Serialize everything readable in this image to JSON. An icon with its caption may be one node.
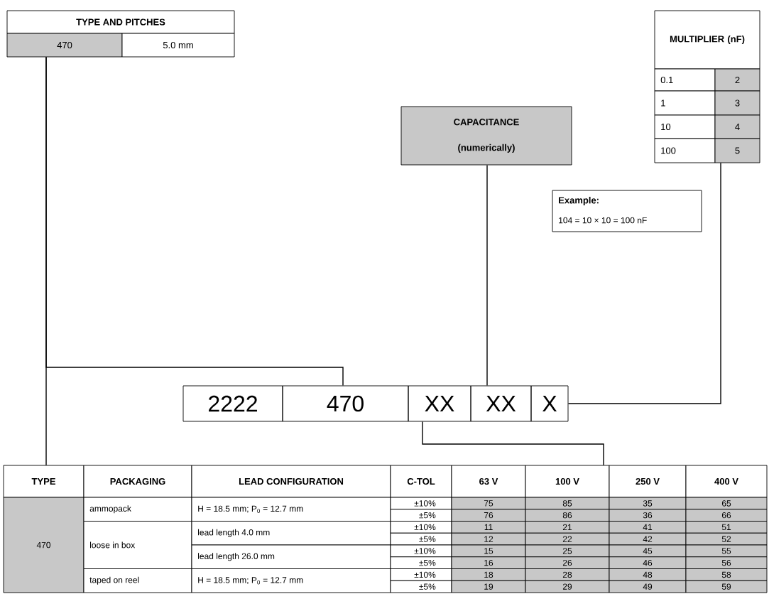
{
  "diagram": {
    "nodes": [
      {
        "text": [
          "TYPE AND PITCHES",
          "470",
          "5.0 mm"
        ]
      },
      {
        "text": [
          "CAPACITANCE (numerically)"
        ]
      },
      {
        "text": [
          "MULTIPLIER (nF)",
          "0.1",
          "2",
          "1",
          "3",
          "10",
          "4",
          "100",
          "5"
        ]
      },
      {
        "text": [
          "Example:",
          "104 = 10 × 10 = 100 nF"
        ]
      },
      {
        "text": [
          "2222"
        ]
      },
      {
        "text": [
          "470"
        ]
      },
      {
        "text": [
          "XX"
        ]
      },
      {
        "text": [
          "XX"
        ]
      },
      {
        "text": [
          "X"
        ]
      },
      {
        "text": [
          "TYPE",
          "PACKAGING",
          "LEAD CONFIGURATION",
          "C-TOL",
          "63 V",
          "100 V",
          "250 V",
          "400 V",
          "470",
          "ammopack",
          "H = 18.5 mm; P$_{0}$ = 12.7 mm",
          "±10%",
          "75",
          "85",
          "35",
          "65",
          "±5%",
          "76",
          "86",
          "36",
          "66",
          "loose in box",
          "lead length 4.0 mm",
          "±10%",
          "11",
          "21",
          "41",
          "51",
          "±5%",
          "12",
          "22",
          "42",
          "52",
          "lead length 26.0 mm",
          "±10%",
          "15",
          "25",
          "45",
          "55",
          "±5%",
          "16",
          "26",
          "46",
          "56",
          "taped on reel",
          "H = 18.5 mm; P$_{0}$ = 12.7 mm",
          "±10%",
          "18",
          "28",
          "48",
          "58",
          "±5%",
          "19",
          "29",
          "49",
          "59"
        ]
      }
    ],
    "edges": [
      {
        "from": 0,
        "to": 5,
        "arrow": "none"
      },
      {
        "from": 0,
        "to": 9,
        "arrow": "none"
      },
      {
        "from": 1,
        "to": 7,
        "arrow": "none"
      },
      {
        "from": 2,
        "to": 8,
        "arrow": "none"
      },
      {
        "from": 6,
        "to": 9,
        "arrow": "none"
      }
    ]
  }
}
